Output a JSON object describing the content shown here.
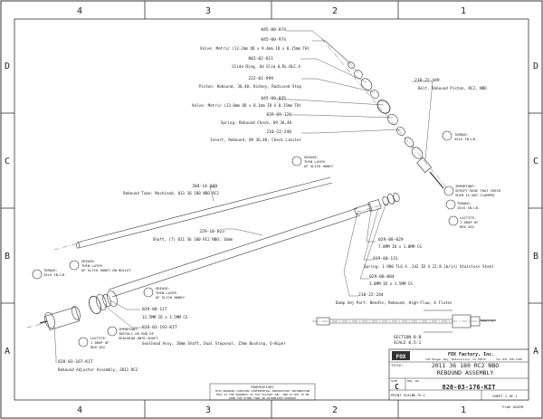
{
  "zones": {
    "top": [
      "4",
      "3",
      "2",
      "1"
    ],
    "bottom": [
      "4",
      "3",
      "2",
      "1"
    ],
    "left": [
      "D",
      "C",
      "B",
      "A"
    ],
    "right": [
      "D",
      "C",
      "B",
      "A"
    ]
  },
  "callouts": [
    {
      "part": "045-00-074",
      "desc": ""
    },
    {
      "part": "045-00-974",
      "desc": "Valve: Metric (13.2mm OD x 9.4mm ID x 0.15mm TH)"
    },
    {
      "part": "002-02-011",
      "desc": "Glide Ring, Od Slim 0.RL.RLC.X"
    },
    {
      "part": "222-01-999",
      "desc": "Piston: Rebound, 36,40, Kidney, Radiused Step"
    },
    {
      "part": "045-00-035",
      "desc": "Valve: Metric (13.0mm OD x 8.1mm ID X 0.15mm TH)"
    },
    {
      "part": "039-09-120",
      "desc": "Spring: Rebound Check, 09 36,40"
    },
    {
      "part": "210-22-248",
      "desc": "Insert, Rebound, 09 36,40, Check Limiter"
    },
    {
      "part": "210-22-449",
      "desc": "Bolt, Rebound Piston, RC2, NBO"
    },
    {
      "part": "204-14-009",
      "desc": "Rebound Tube: Machined, 011 36 180 NBO RC2"
    },
    {
      "part": "229-10-023",
      "desc": "Shaft, (T) 011 36 180 RC2 NBO; 10mm"
    },
    {
      "part": "029-08-029",
      "desc": "7.0MM ID x 1.0MM CS"
    },
    {
      "part": "039-00-131",
      "desc": "Spring: 1.900 TLG X .242 ID X 22.8 lb/in) Stainless Steel"
    },
    {
      "part": "029-08-004",
      "desc": "3.0MM ID x 1.5MM CS"
    },
    {
      "part": "210-22-244",
      "desc": "Damp Adj Part: Needle, Rebound, High-Flow, 6 Flutes"
    },
    {
      "part": "029-08-117",
      "desc": "13.5MM ID x 1.5MM CS"
    },
    {
      "part": "820-03-193-KIT",
      "desc": "Sealhead Assy, 10mm Shaft, Dual Stepseal, 15mm Bushing, O-Wiper"
    },
    {
      "part": "820-03-167-KIT",
      "desc": "Rebound Adjuster Assembly, 2011 RC2"
    }
  ],
  "notes": {
    "torque1": [
      "TORQUE:",
      "35±5 IN.LB."
    ],
    "grease1": [
      "GREASE:",
      "THIN LAYER",
      "OF SLICK HONEY"
    ],
    "important1": [
      "IMPORTANT:",
      "VERIFY EDGE THAT CHECK",
      "SHIM IS NOT CLAMPED"
    ],
    "torque2": [
      "TORQUE:",
      "15±5 IN.LB."
    ],
    "loctite1": [
      "LOCTITE:",
      "1 DROP OF",
      "RED 262"
    ],
    "torque3": [
      "TORQUE:",
      "35±5 IN.LB."
    ],
    "grease2": [
      "GREASE:",
      "THIN LAYER",
      "OF SLICK HONEY ON BULLET"
    ],
    "grease3": [
      "GREASE:",
      "THIN LAYER",
      "OF SLICK HONEY"
    ],
    "important2": [
      "IMPORTANT:",
      "INSTALL OD END OF",
      "SEALHEAD ONTO SHAFT"
    ],
    "loctite2": [
      "LOCTITE:",
      "1 DROP OF",
      "RED 262"
    ]
  },
  "section": {
    "title": "SECTION B-B",
    "scale": "SCALE 0.5:1"
  },
  "title_block": {
    "logo": "FOX",
    "company": "FOX Factory, Inc.",
    "address1": "130 Hangar Way, Watsonville, CA 95076",
    "phone": "Tel 831.768.1100",
    "title_label": "TITLE:",
    "title_line1": "2011 36 180 RC2 NBO",
    "title_line2": "REBOUND ASSEMBLY",
    "size_label": "SIZE",
    "size": "C",
    "dwg_label": "DWG. NO.",
    "dwg_no": "820-03-176-KIT",
    "scale_label": "PRINT SCALE:",
    "scale": "0.75:1",
    "sheet": "SHEET 1 OF 1",
    "proprietary": "PROPRIETARY",
    "proprietary_text": "THIS DRAWING CONTAINS CONFIDENTIAL PROPRIETARY INFORMATION",
    "proprietary_text2": "THAT IS THE PROPERTY OF FOX FACTORY INC. AND IS NOT TO BE",
    "proprietary_text3": "USED FOR OTHER THAN AN AUTHORIZED PURPOSE",
    "drawn": "ProE ASSEM"
  }
}
